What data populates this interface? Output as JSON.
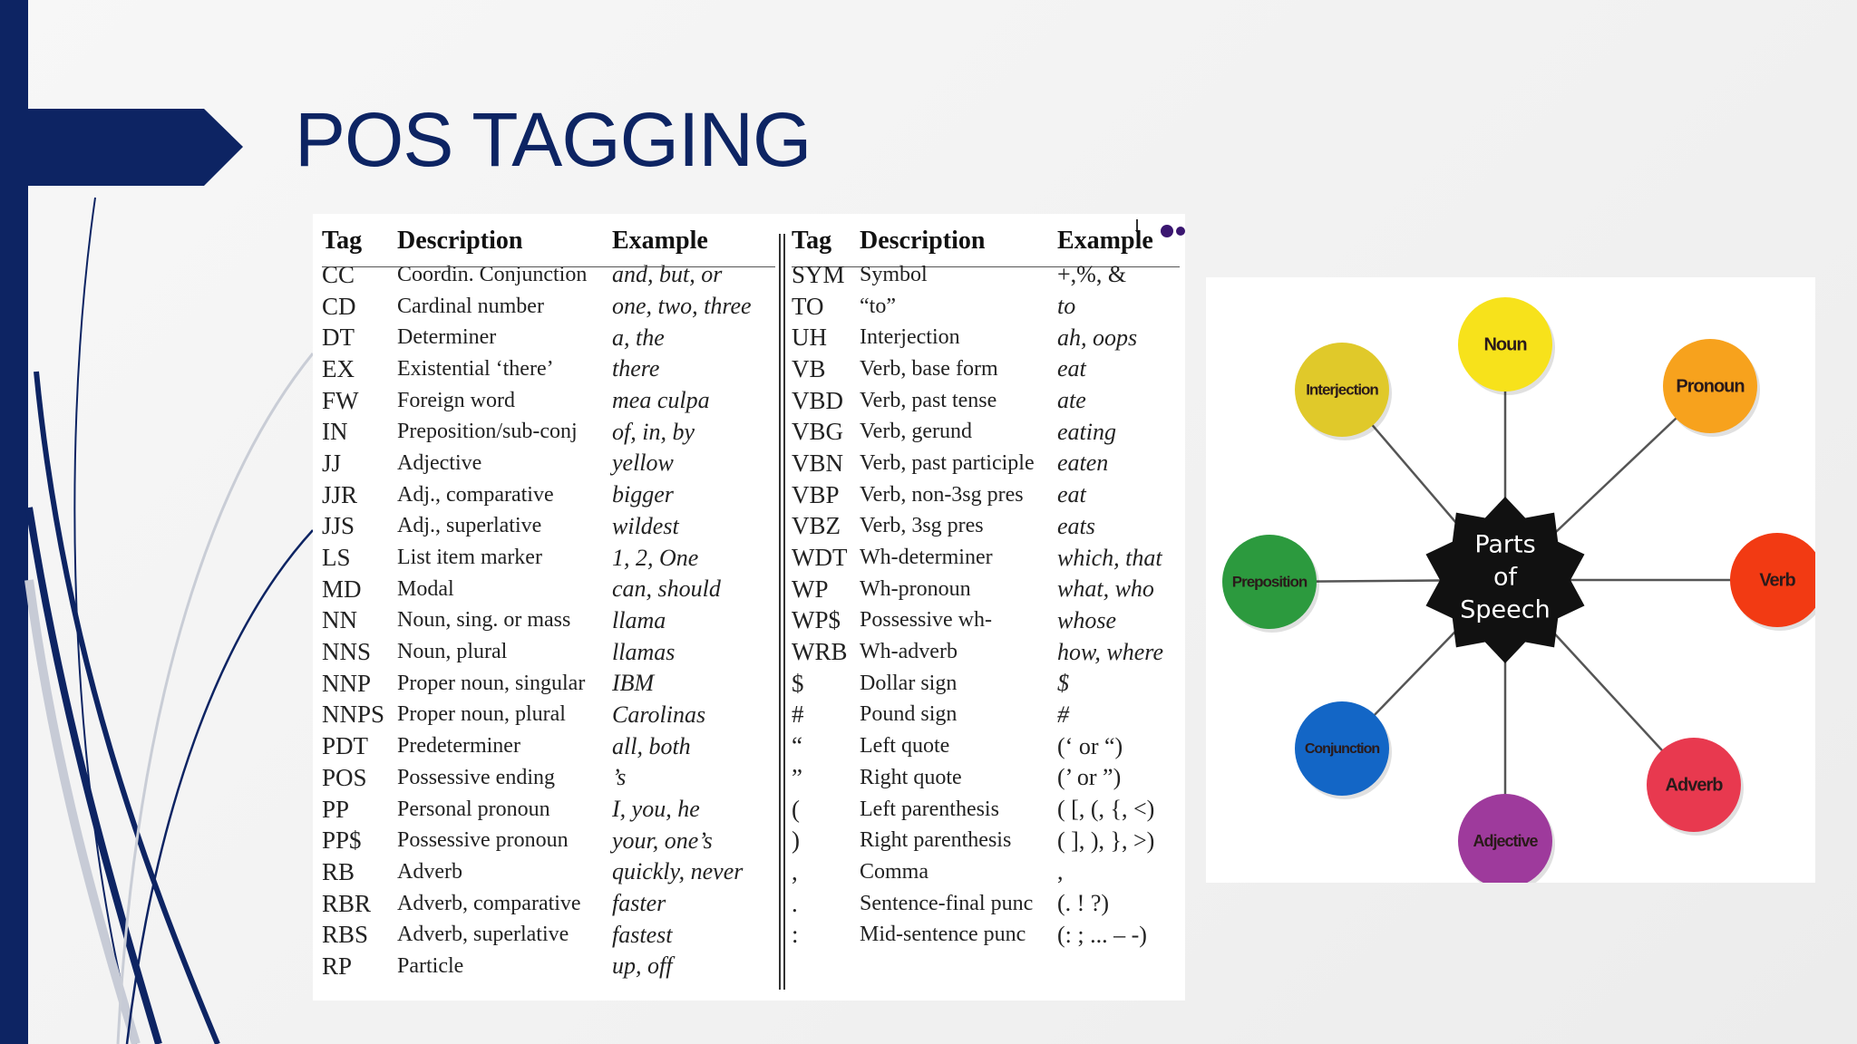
{
  "slide": {
    "title": "POS TAGGING"
  },
  "pos_table": {
    "left": {
      "headers": {
        "tag": "Tag",
        "description": "Description",
        "example": "Example"
      },
      "rows": [
        {
          "tag": "CC",
          "description": "Coordin. Conjunction",
          "example": "and, but, or"
        },
        {
          "tag": "CD",
          "description": "Cardinal number",
          "example": "one, two, three"
        },
        {
          "tag": "DT",
          "description": "Determiner",
          "example": "a, the"
        },
        {
          "tag": "EX",
          "description": "Existential ‘there’",
          "example": "there"
        },
        {
          "tag": "FW",
          "description": "Foreign word",
          "example": "mea culpa"
        },
        {
          "tag": "IN",
          "description": "Preposition/sub-conj",
          "example": "of, in, by"
        },
        {
          "tag": "JJ",
          "description": "Adjective",
          "example": "yellow"
        },
        {
          "tag": "JJR",
          "description": "Adj., comparative",
          "example": "bigger"
        },
        {
          "tag": "JJS",
          "description": "Adj., superlative",
          "example": "wildest"
        },
        {
          "tag": "LS",
          "description": "List item marker",
          "example": "1, 2, One"
        },
        {
          "tag": "MD",
          "description": "Modal",
          "example": "can, should"
        },
        {
          "tag": "NN",
          "description": "Noun, sing. or mass",
          "example": "llama"
        },
        {
          "tag": "NNS",
          "description": "Noun, plural",
          "example": "llamas"
        },
        {
          "tag": "NNP",
          "description": "Proper noun, singular",
          "example": "IBM"
        },
        {
          "tag": "NNPS",
          "description": "Proper noun, plural",
          "example": "Carolinas"
        },
        {
          "tag": "PDT",
          "description": "Predeterminer",
          "example": "all, both"
        },
        {
          "tag": "POS",
          "description": "Possessive ending",
          "example": "’s"
        },
        {
          "tag": "PP",
          "description": "Personal pronoun",
          "example": "I, you, he"
        },
        {
          "tag": "PP$",
          "description": "Possessive pronoun",
          "example": "your, one’s"
        },
        {
          "tag": "RB",
          "description": "Adverb",
          "example": "quickly, never"
        },
        {
          "tag": "RBR",
          "description": "Adverb, comparative",
          "example": "faster"
        },
        {
          "tag": "RBS",
          "description": "Adverb, superlative",
          "example": "fastest"
        },
        {
          "tag": "RP",
          "description": "Particle",
          "example": "up, off"
        }
      ]
    },
    "right": {
      "headers": {
        "tag": "Tag",
        "description": "Description",
        "example": "Example"
      },
      "rows": [
        {
          "tag": "SYM",
          "description": "Symbol",
          "example": "+,%, &"
        },
        {
          "tag": "TO",
          "description": "“to”",
          "example": "to"
        },
        {
          "tag": "UH",
          "description": "Interjection",
          "example": "ah, oops"
        },
        {
          "tag": "VB",
          "description": "Verb, base form",
          "example": "eat"
        },
        {
          "tag": "VBD",
          "description": "Verb, past tense",
          "example": "ate"
        },
        {
          "tag": "VBG",
          "description": "Verb, gerund",
          "example": "eating"
        },
        {
          "tag": "VBN",
          "description": "Verb, past participle",
          "example": "eaten"
        },
        {
          "tag": "VBP",
          "description": "Verb, non-3sg pres",
          "example": "eat"
        },
        {
          "tag": "VBZ",
          "description": "Verb, 3sg pres",
          "example": "eats"
        },
        {
          "tag": "WDT",
          "description": "Wh-determiner",
          "example": "which, that"
        },
        {
          "tag": "WP",
          "description": "Wh-pronoun",
          "example": "what, who"
        },
        {
          "tag": "WP$",
          "description": "Possessive wh-",
          "example": "whose"
        },
        {
          "tag": "WRB",
          "description": "Wh-adverb",
          "example": "how, where"
        },
        {
          "tag": "$",
          "description": "Dollar sign",
          "example": "$"
        },
        {
          "tag": "#",
          "description": "Pound sign",
          "example": "#"
        },
        {
          "tag": "“",
          "description": "Left quote",
          "example": "(‘ or “)"
        },
        {
          "tag": "”",
          "description": "Right quote",
          "example": "(’ or ”)"
        },
        {
          "tag": "(",
          "description": "Left parenthesis",
          "example": "( [, (, {, <)"
        },
        {
          "tag": ")",
          "description": "Right parenthesis",
          "example": "( ], ), }, >)"
        },
        {
          "tag": ",",
          "description": "Comma",
          "example": ","
        },
        {
          "tag": ".",
          "description": "Sentence-final punc",
          "example": "(. ! ?)"
        },
        {
          "tag": ":",
          "description": "Mid-sentence punc",
          "example": "(: ; ... – -)"
        }
      ]
    }
  },
  "pos_diagram": {
    "center": {
      "lines": [
        "Parts",
        "of",
        "Speech"
      ],
      "color": "#111111"
    },
    "nodes": [
      {
        "label": "Noun",
        "color": "#f7e21b"
      },
      {
        "label": "Pronoun",
        "color": "#f7a21d"
      },
      {
        "label": "Verb",
        "color": "#f23a13"
      },
      {
        "label": "Adverb",
        "color": "#e8394f"
      },
      {
        "label": "Adjective",
        "color": "#9e3a9c"
      },
      {
        "label": "Conjunction",
        "color": "#1366c6"
      },
      {
        "label": "Preposition",
        "color": "#2c9a3e"
      },
      {
        "label": "Interjection",
        "color": "#e0c92a"
      }
    ]
  },
  "theme": {
    "navy": "#0d2463"
  }
}
